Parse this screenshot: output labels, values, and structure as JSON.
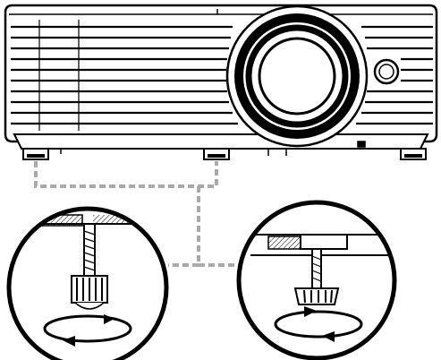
{
  "figure": {
    "kind": "line-drawing",
    "subject": "projector",
    "panels": [
      {
        "name": "left-foot-detail",
        "shows": "adjustable-foot-screw",
        "rotation": "both-directions"
      },
      {
        "name": "right-foot-detail",
        "shows": "adjustable-foot-screw",
        "rotation": "both-directions"
      }
    ],
    "colors": {
      "ink": "#000000",
      "background": "#ffffff",
      "connector": "#aaaaaa"
    },
    "icons": [
      "rotate-arrows-icon",
      "screw-icon",
      "lens-icon"
    ]
  }
}
